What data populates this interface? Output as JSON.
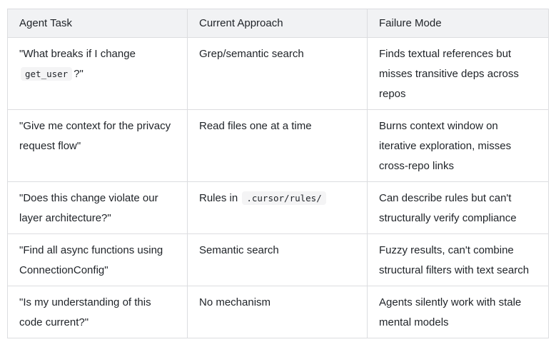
{
  "table": {
    "columns": [
      "Agent Task",
      "Current Approach",
      "Failure Mode"
    ],
    "rows": [
      {
        "cells": [
          [
            {
              "type": "text",
              "text": "\"What breaks if I change "
            },
            {
              "type": "code",
              "text": "get_user"
            },
            {
              "type": "text",
              "text": "?\""
            }
          ],
          [
            {
              "type": "text",
              "text": "Grep/semantic search"
            }
          ],
          [
            {
              "type": "text",
              "text": "Finds textual references but misses transitive deps across repos"
            }
          ]
        ]
      },
      {
        "cells": [
          [
            {
              "type": "text",
              "text": "\"Give me context for the privacy request flow\""
            }
          ],
          [
            {
              "type": "text",
              "text": "Read files one at a time"
            }
          ],
          [
            {
              "type": "text",
              "text": "Burns context window on iterative exploration, misses cross-repo links"
            }
          ]
        ]
      },
      {
        "cells": [
          [
            {
              "type": "text",
              "text": "\"Does this change violate our layer architecture?\""
            }
          ],
          [
            {
              "type": "text",
              "text": "Rules in "
            },
            {
              "type": "code",
              "text": ".cursor/rules/"
            }
          ],
          [
            {
              "type": "text",
              "text": "Can describe rules but can't structurally verify compliance"
            }
          ]
        ]
      },
      {
        "cells": [
          [
            {
              "type": "text",
              "text": "\"Find all async functions using ConnectionConfig\""
            }
          ],
          [
            {
              "type": "text",
              "text": "Semantic search"
            }
          ],
          [
            {
              "type": "text",
              "text": "Fuzzy results, can't combine structural filters with text search"
            }
          ]
        ]
      },
      {
        "cells": [
          [
            {
              "type": "text",
              "text": "\"Is my understanding of this code current?\""
            }
          ],
          [
            {
              "type": "text",
              "text": "No mechanism"
            }
          ],
          [
            {
              "type": "text",
              "text": "Agents silently work with stale mental models"
            }
          ]
        ]
      }
    ]
  }
}
